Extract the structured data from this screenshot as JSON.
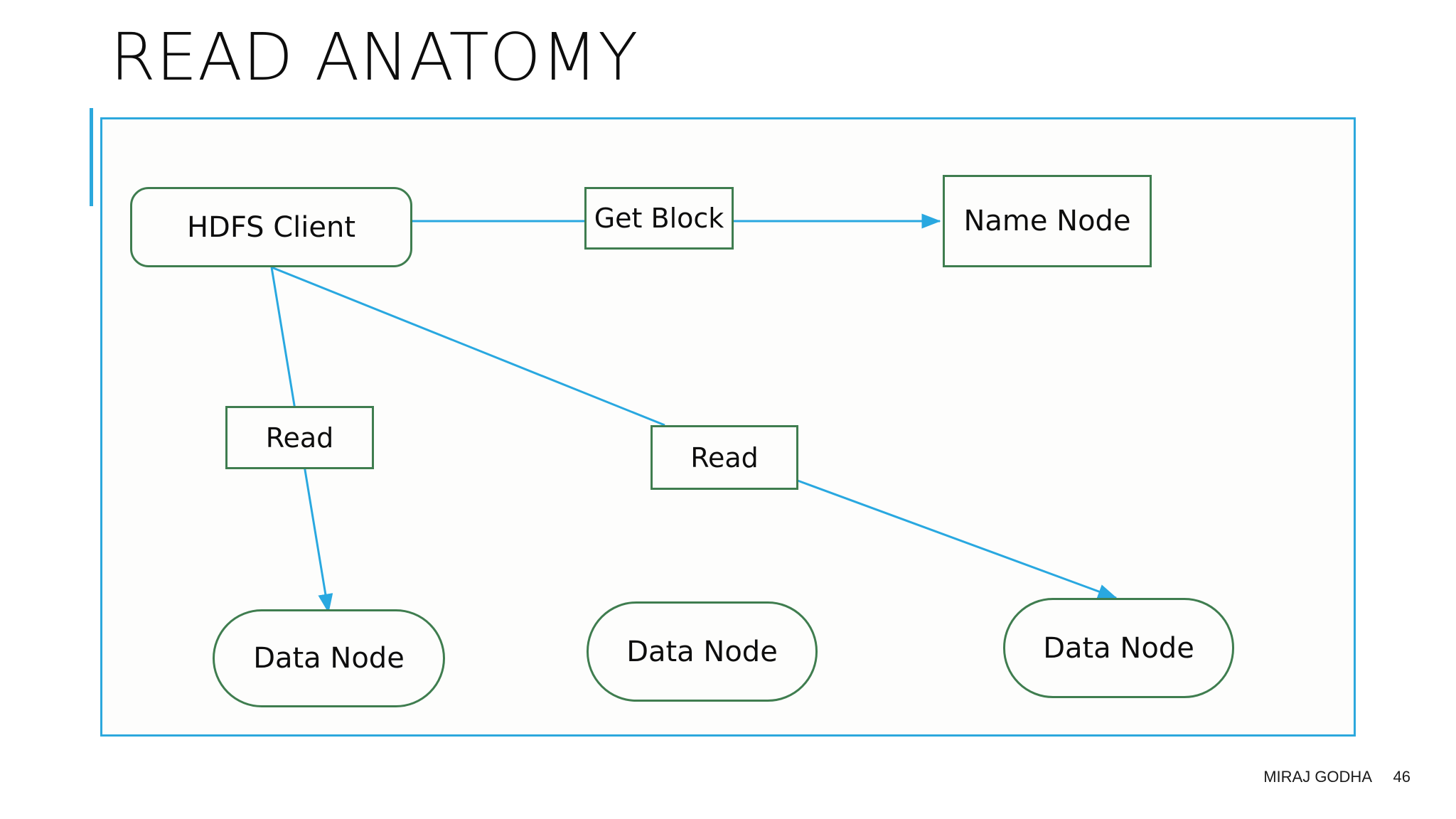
{
  "slide": {
    "title": "READ ANATOMY",
    "accent_color": "#2ca8dd",
    "node_border_color": "#3f7d4f",
    "connector_color": "#29a8e0",
    "background_color": "#ffffff"
  },
  "nodes": {
    "hdfs_client": {
      "label": "HDFS Client",
      "shape": "rounded-rect"
    },
    "get_block": {
      "label": "Get Block",
      "shape": "rect"
    },
    "name_node": {
      "label": "Name Node",
      "shape": "rect"
    },
    "read_left": {
      "label": "Read",
      "shape": "rect"
    },
    "read_right": {
      "label": "Read",
      "shape": "rect"
    },
    "data_node_1": {
      "label": "Data Node",
      "shape": "pill"
    },
    "data_node_2": {
      "label": "Data Node",
      "shape": "pill"
    },
    "data_node_3": {
      "label": "Data Node",
      "shape": "pill"
    }
  },
  "connectors": [
    {
      "from": "hdfs_client",
      "to": "get_block",
      "arrowhead": false
    },
    {
      "from": "get_block",
      "to": "name_node",
      "arrowhead": true
    },
    {
      "from": "hdfs_client",
      "to": "data_node_1",
      "arrowhead": true,
      "passes_through": "read_left"
    },
    {
      "from": "hdfs_client",
      "to": "read_right",
      "arrowhead": false
    },
    {
      "from": "read_right",
      "to": "data_node_3",
      "arrowhead": true
    }
  ],
  "footer": {
    "author": "MIRAJ GODHA",
    "page_number": "46"
  }
}
